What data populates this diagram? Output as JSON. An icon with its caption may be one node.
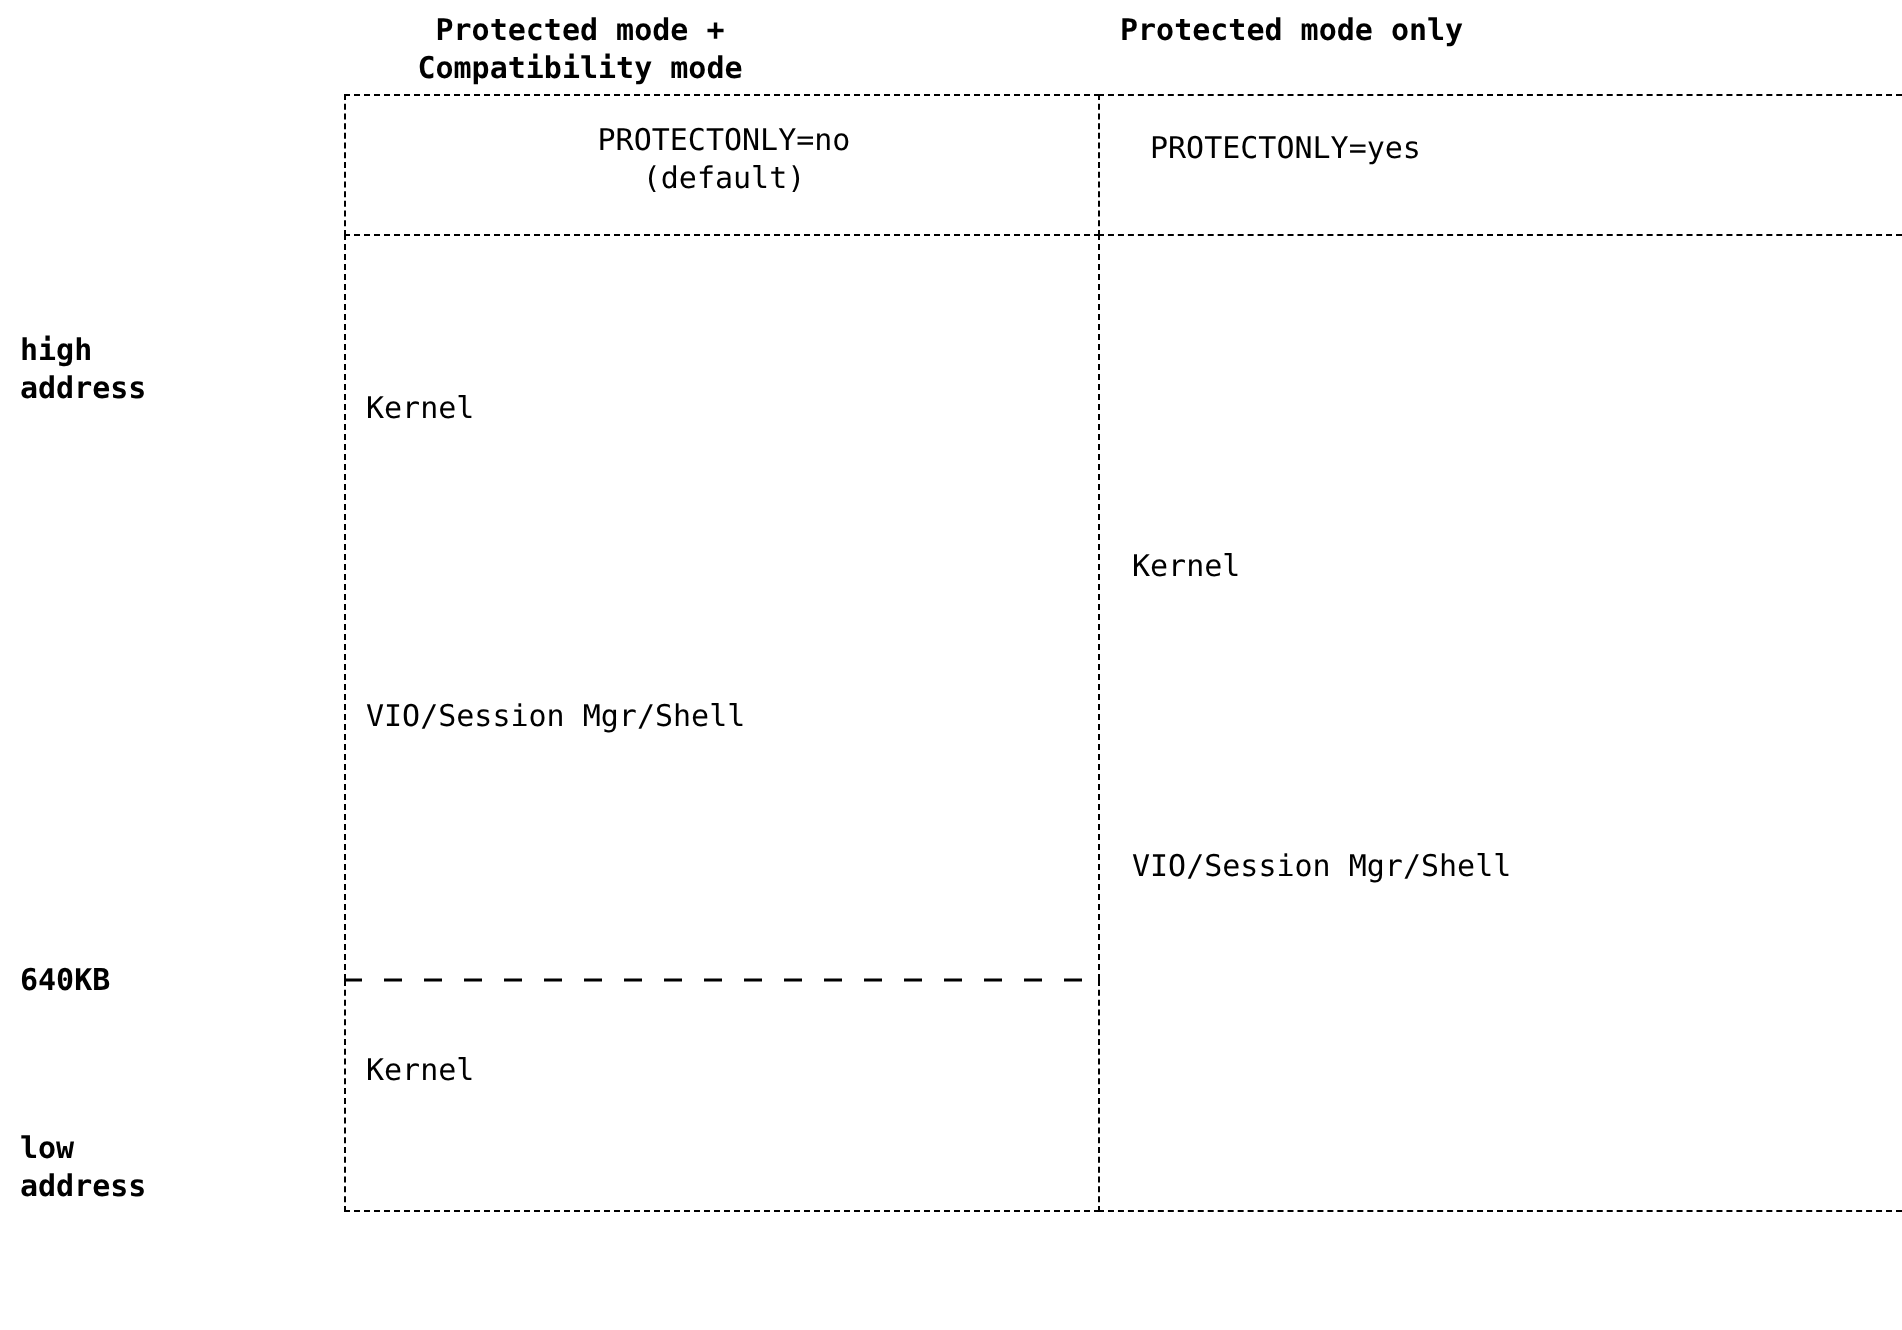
{
  "diagram": {
    "nodes": [
      {
        "text": [
          "PROTECTONLY=no (default)"
        ]
      },
      {
        "text": [
          "PROTECTONLY=yes"
        ]
      },
      {
        "text": [
          "Kernel",
          "VIO/Session Mgr/Shell"
        ]
      },
      {
        "text": [
          "Kernel"
        ]
      },
      {
        "text": [
          "Kernel",
          "VIO/Session Mgr/Shell"
        ]
      }
    ],
    "labels": [
      "Protected mode + Compatibility mode",
      "Protected mode only",
      "high address",
      "640KB",
      "low address"
    ]
  }
}
